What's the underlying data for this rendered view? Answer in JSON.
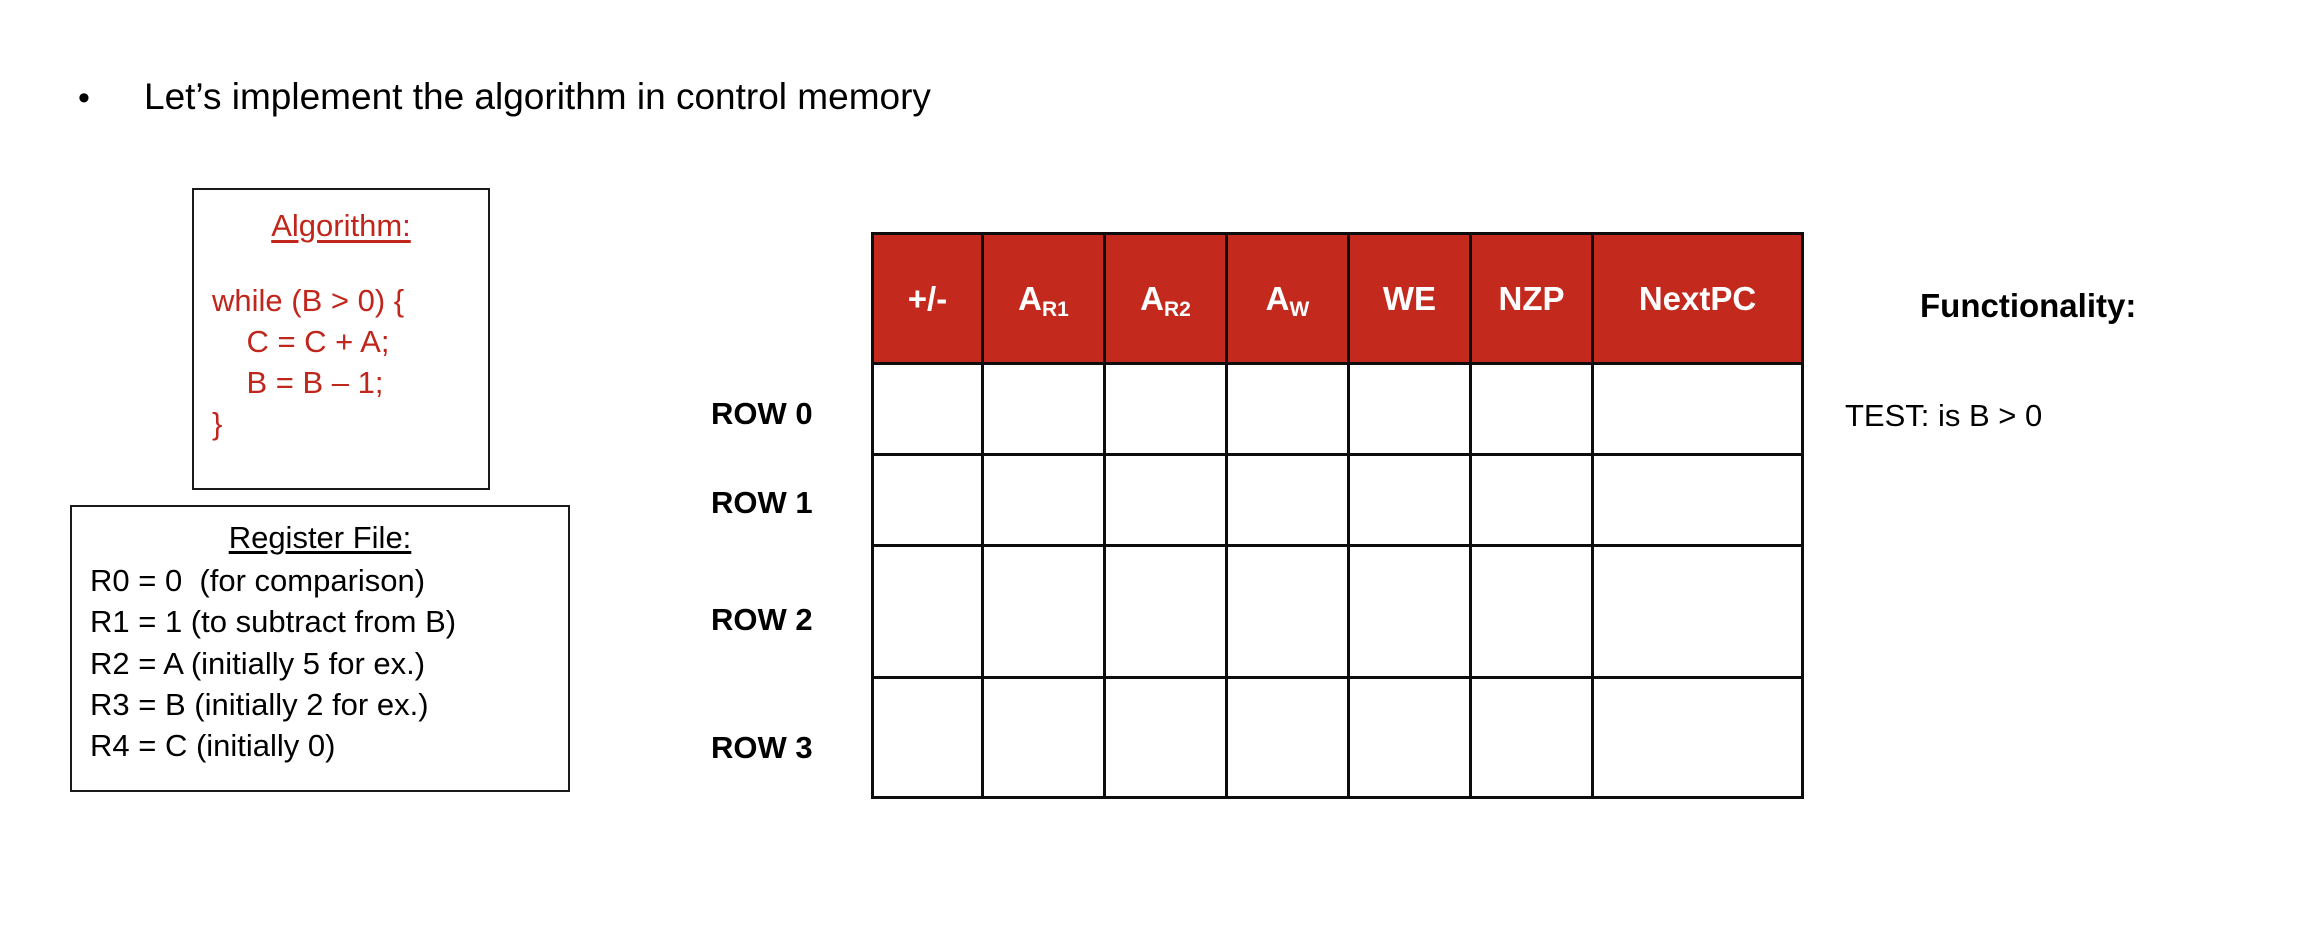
{
  "slide": {
    "bullet": {
      "marker": "•",
      "text": "Let’s implement the algorithm in control memory"
    }
  },
  "algorithm_box": {
    "title": "Algorithm:",
    "code": "while (B > 0) {\n    C = C + A;\n    B = B – 1;\n}",
    "text_color": "#C0261C"
  },
  "register_file_box": {
    "title": "Register File:",
    "lines": [
      "R0 = 0  (for comparison)",
      "R1 = 1 (to subtract from B)",
      "R2 = A (initially 5 for ex.)",
      "R3 = B (initially 2 for ex.)",
      "R4 = C (initially 0)"
    ]
  },
  "control_memory_table": {
    "header_bg": "#C4291D",
    "header_text_color": "#FFFFFF",
    "columns": [
      {
        "base": "+/-",
        "sub": ""
      },
      {
        "base": "A",
        "sub": "R1"
      },
      {
        "base": "A",
        "sub": "R2"
      },
      {
        "base": "A",
        "sub": "W"
      },
      {
        "base": "WE",
        "sub": ""
      },
      {
        "base": "NZP",
        "sub": ""
      },
      {
        "base": "NextPC",
        "sub": ""
      }
    ],
    "row_labels": [
      "ROW 0",
      "ROW 1",
      "ROW 2",
      "ROW 3"
    ],
    "cells": [
      [
        "",
        "",
        "",
        "",
        "",
        "",
        ""
      ],
      [
        "",
        "",
        "",
        "",
        "",
        "",
        ""
      ],
      [
        "",
        "",
        "",
        "",
        "",
        "",
        ""
      ],
      [
        "",
        "",
        "",
        "",
        "",
        "",
        ""
      ]
    ]
  },
  "functionality": {
    "heading": "Functionality:",
    "entries": [
      "TEST: is B > 0",
      "",
      "",
      ""
    ]
  }
}
